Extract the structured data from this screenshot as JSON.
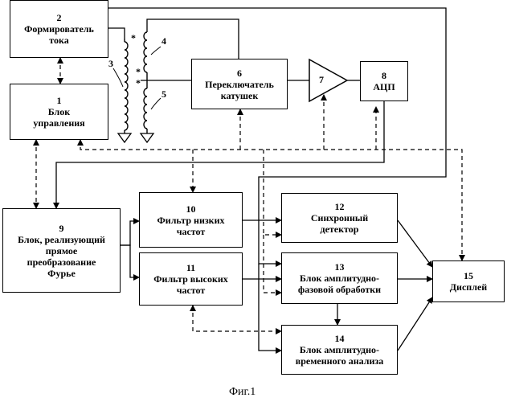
{
  "blocks": {
    "b1": {
      "num": "1",
      "text": "Блок\nуправления"
    },
    "b2": {
      "num": "2",
      "text": "Формирователь\nтока"
    },
    "b6": {
      "num": "6",
      "text": "Переключатель\nкатушек"
    },
    "b7": {
      "num": "7"
    },
    "b8": {
      "num": "8",
      "text": "АЦП"
    },
    "b9": {
      "num": "9",
      "text": "Блок, реализующий\nпрямое\nпреобразование\nФурье"
    },
    "b10": {
      "num": "10",
      "text": "Фильтр низких\nчастот"
    },
    "b11": {
      "num": "11",
      "text": "Фильтр высоких\nчастот"
    },
    "b12": {
      "num": "12",
      "text": "Синхронный\nдетектор"
    },
    "b13": {
      "num": "13",
      "text": "Блок амплитудно-\nфазовой обработки"
    },
    "b14": {
      "num": "14",
      "text": "Блок амплитудно-\nвременного анализа"
    },
    "b15": {
      "num": "15",
      "text": "Дисплей"
    }
  },
  "coil_labels": {
    "c3": "3",
    "c4": "4",
    "c5": "5"
  },
  "coil_marks": "*",
  "caption": "Фиг.1"
}
